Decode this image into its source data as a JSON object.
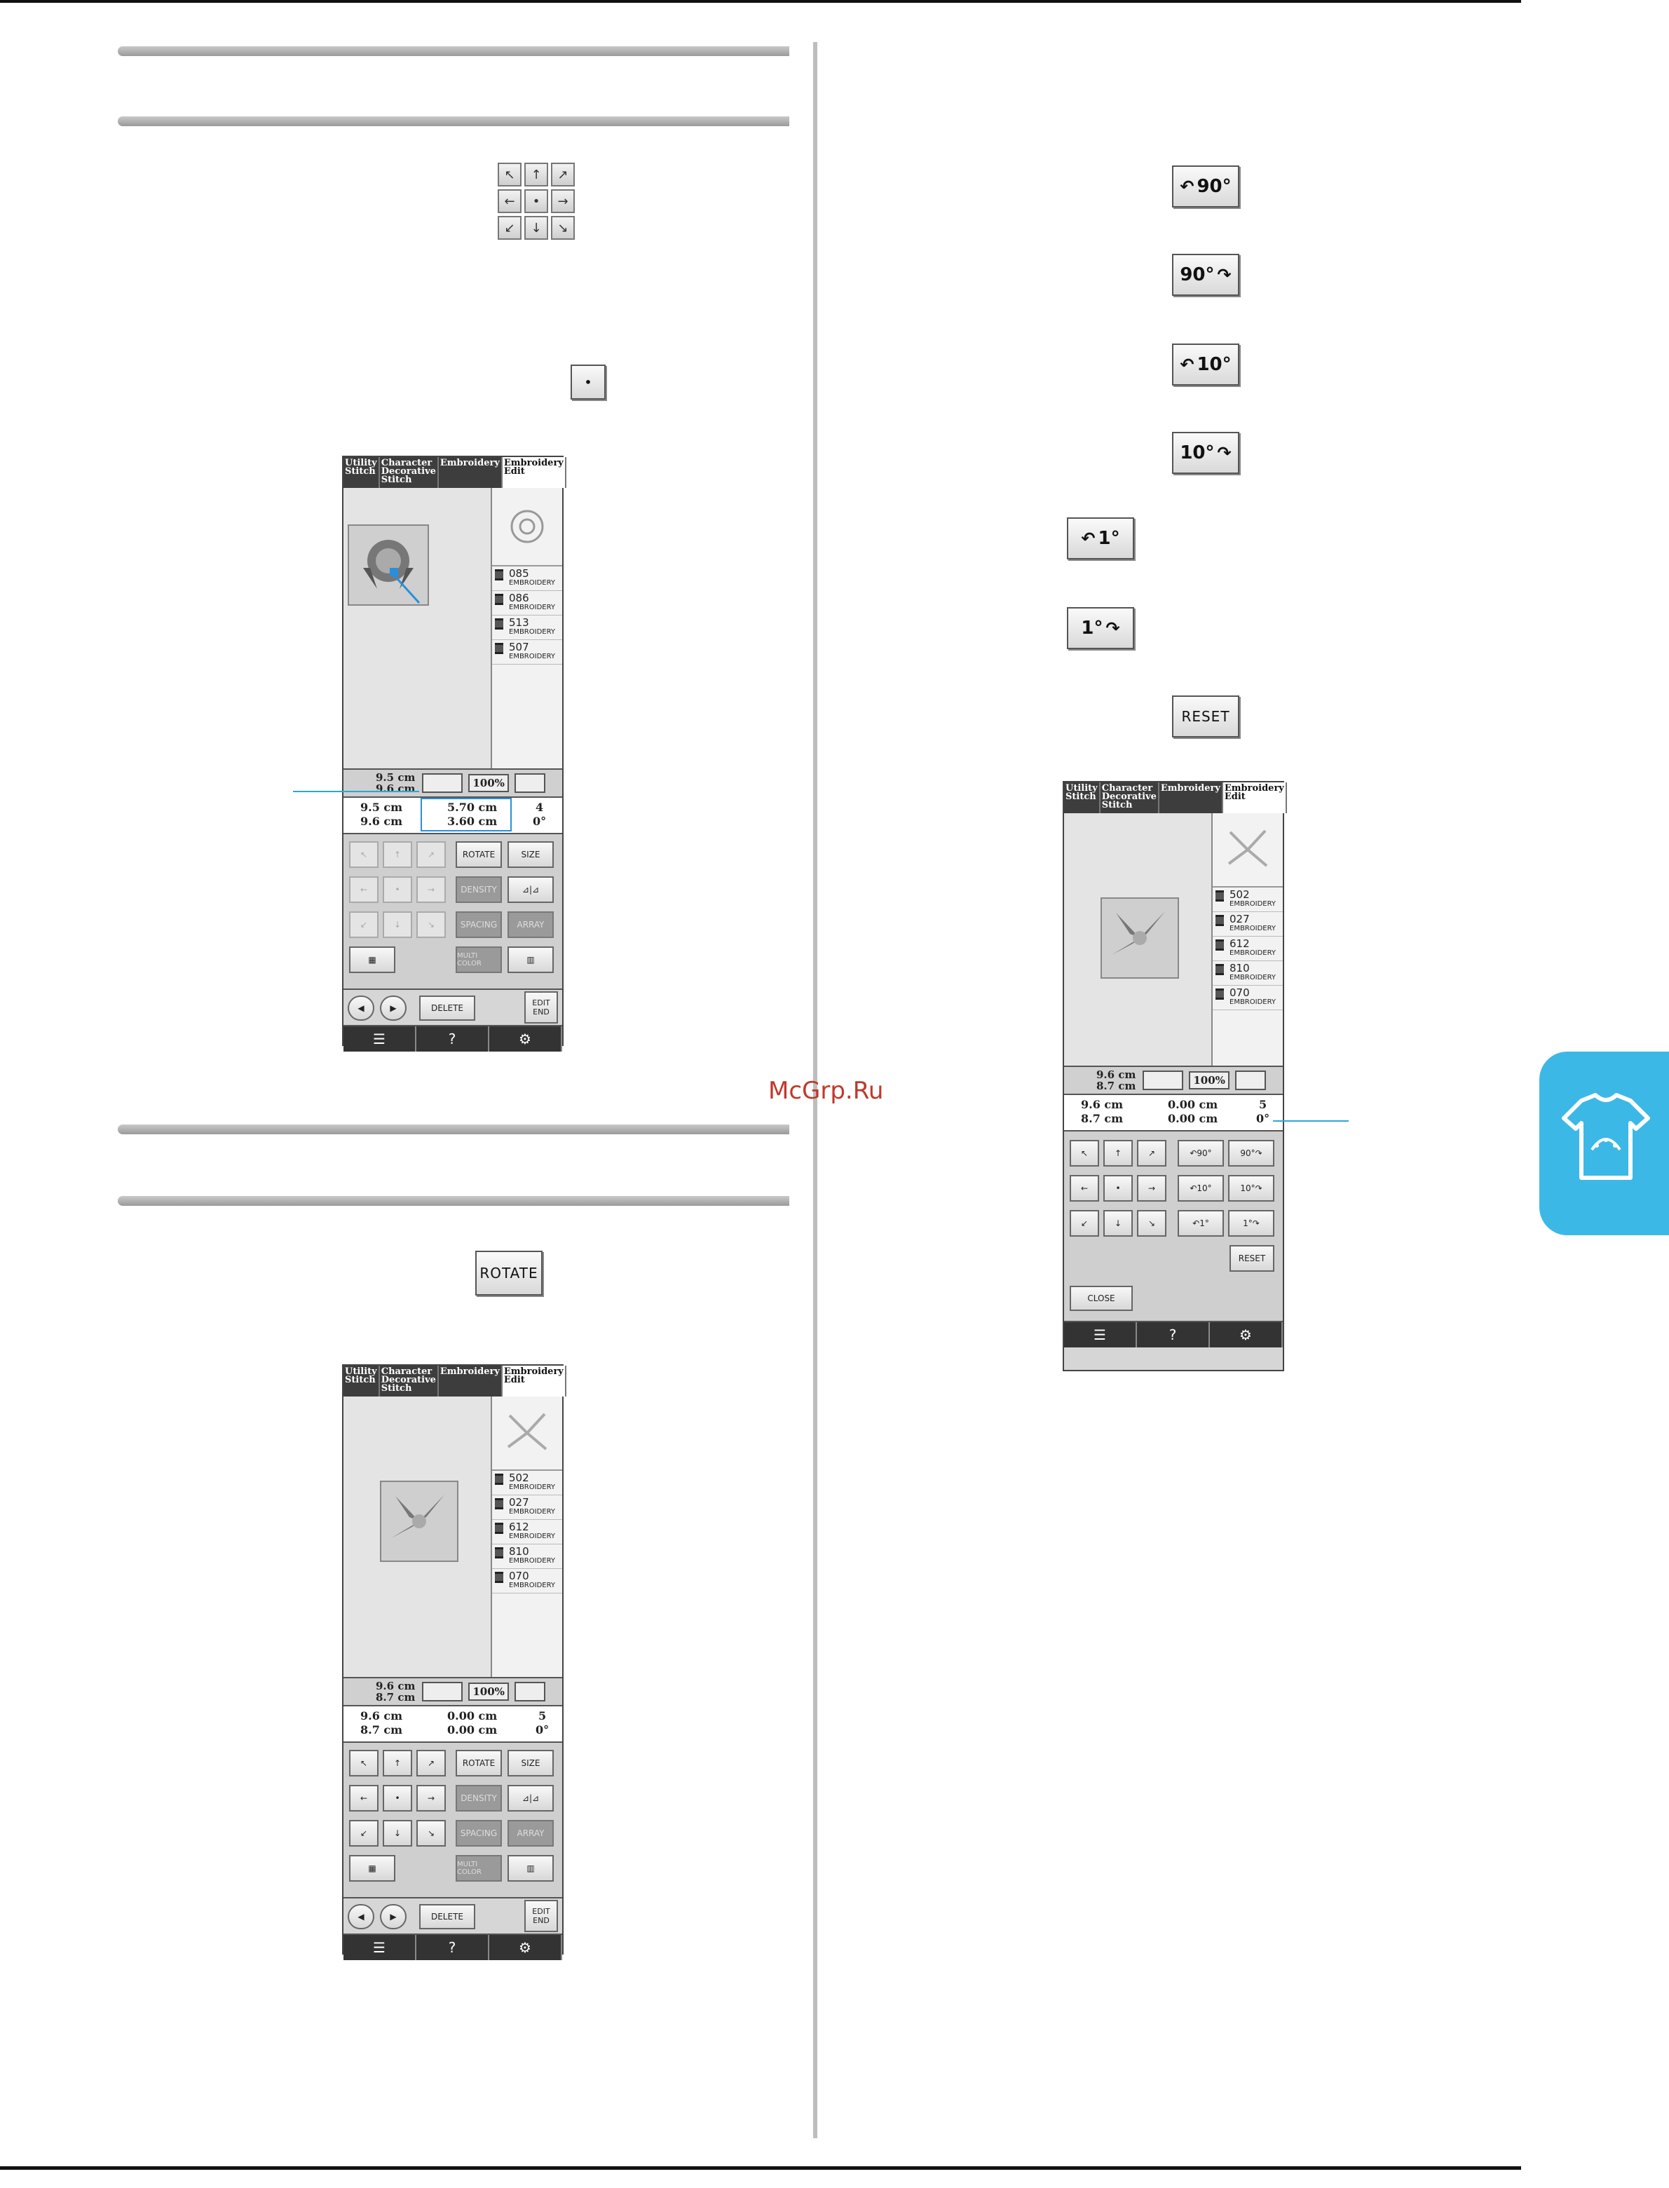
{
  "left_col": {
    "arrow_grid": [
      "↖",
      "↑",
      "↗",
      "←",
      "•",
      "→",
      "↙",
      "↓",
      "↘"
    ],
    "center_button": "•",
    "rotate_button": "ROTATE"
  },
  "right_col": {
    "buttons": [
      "90°",
      "90°",
      "10°",
      "10°",
      "1°",
      "1°",
      "RESET"
    ]
  },
  "watermark": "McGrp.Ru",
  "screen1": {
    "tabs": [
      "Utility Stitch",
      "Character Decorative Stitch",
      "Embroidery",
      "Embroidery Edit"
    ],
    "threads": [
      {
        "num": "085",
        "name": "EMBROIDERY"
      },
      {
        "num": "086",
        "name": "EMBROIDERY"
      },
      {
        "num": "513",
        "name": "EMBROIDERY"
      },
      {
        "num": "507",
        "name": "EMBROIDERY"
      }
    ],
    "status": {
      "height": "9.5 cm",
      "width": "9.6 cm",
      "zoom": "100%"
    },
    "info": {
      "height": "9.5 cm",
      "width": "9.6 cm",
      "vert": "5.70 cm",
      "horiz": "3.60 cm",
      "colors": "4",
      "angle": "0°"
    },
    "panel": {
      "rotate": "ROTATE",
      "size": "SIZE",
      "density": "DENSITY",
      "spacing": "SPACING",
      "array": "ARRAY",
      "multi": "MULTI COLOR"
    },
    "nav": {
      "delete": "DELETE",
      "edit_end": "EDIT END"
    }
  },
  "screen2": {
    "tabs": [
      "Utility Stitch",
      "Character Decorative Stitch",
      "Embroidery",
      "Embroidery Edit"
    ],
    "threads": [
      {
        "num": "502",
        "name": "EMBROIDERY"
      },
      {
        "num": "027",
        "name": "EMBROIDERY"
      },
      {
        "num": "612",
        "name": "EMBROIDERY"
      },
      {
        "num": "810",
        "name": "EMBROIDERY"
      },
      {
        "num": "070",
        "name": "EMBROIDERY"
      }
    ],
    "status": {
      "height": "9.6 cm",
      "width": "8.7 cm",
      "zoom": "100%"
    },
    "info": {
      "height": "9.6 cm",
      "width": "8.7 cm",
      "vert": "0.00 cm",
      "horiz": "0.00 cm",
      "colors": "5",
      "angle": "0°"
    },
    "panel": {
      "rotate": "ROTATE",
      "size": "SIZE",
      "density": "DENSITY",
      "spacing": "SPACING",
      "array": "ARRAY",
      "multi": "MULTI COLOR"
    },
    "nav": {
      "delete": "DELETE",
      "edit_end": "EDIT END"
    }
  },
  "screen3": {
    "tabs": [
      "Utility Stitch",
      "Character Decorative Stitch",
      "Embroidery",
      "Embroidery Edit"
    ],
    "threads": [
      {
        "num": "502",
        "name": "EMBROIDERY"
      },
      {
        "num": "027",
        "name": "EMBROIDERY"
      },
      {
        "num": "612",
        "name": "EMBROIDERY"
      },
      {
        "num": "810",
        "name": "EMBROIDERY"
      },
      {
        "num": "070",
        "name": "EMBROIDERY"
      }
    ],
    "status": {
      "height": "9.6 cm",
      "width": "8.7 cm",
      "zoom": "100%"
    },
    "info": {
      "height": "9.6 cm",
      "width": "8.7 cm",
      "vert": "0.00 cm",
      "horiz": "0.00 cm",
      "colors": "5",
      "angle": "0°"
    },
    "rotate_buttons": [
      "90°",
      "90°",
      "10°",
      "10°",
      "1°",
      "1°"
    ],
    "reset": "RESET",
    "close": "CLOSE"
  }
}
